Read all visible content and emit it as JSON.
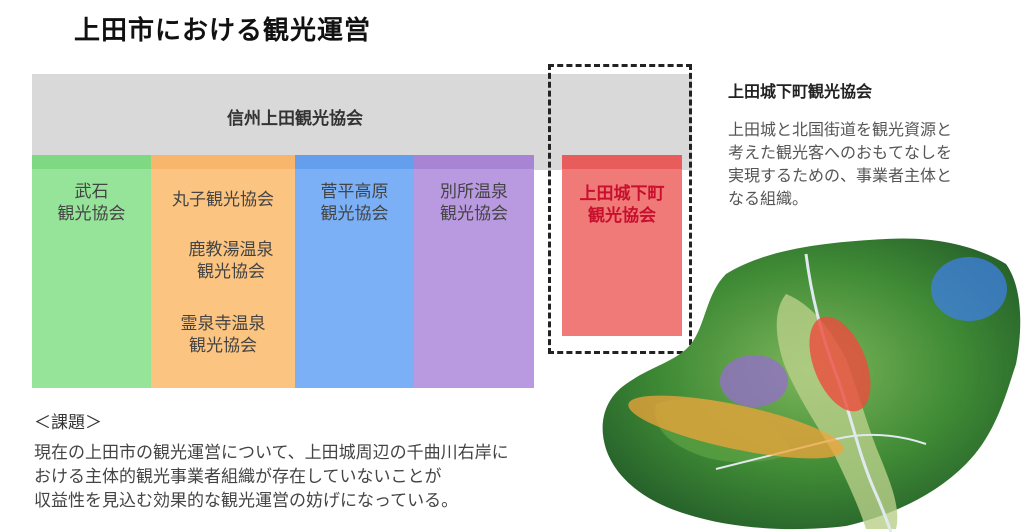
{
  "title": "上田市における観光運営",
  "top_band": {
    "label": "信州上田観光協会"
  },
  "columns": [
    {
      "label": "武石\n観光協会",
      "color": "#96e39a",
      "top_color": "#7ed982"
    },
    {
      "label": "丸子観光協会",
      "sub_labels": [
        "鹿教湯温泉\n観光協会",
        "霊泉寺温泉\n観光協会"
      ],
      "color": "#fbc481",
      "top_color": "#f7b66b"
    },
    {
      "label": "菅平高原\n観光協会",
      "color": "#7bb0f6",
      "top_color": "#649fee"
    },
    {
      "label": "別所温泉\n観光協会",
      "color": "#b99ae0",
      "top_color": "#a785d4"
    }
  ],
  "highlight": {
    "label": "上田城下町\n観光協会",
    "color": "#f07a78"
  },
  "right_panel": {
    "title": "上田城下町観光協会",
    "description": "上田城と北国街道を観光資源と\n考えた観光客へのおもてなしを\n実現するための、事業者主体と\nなる組織。"
  },
  "issue": {
    "title": "＜課題＞",
    "body": "現在の上田市の観光運営について、上田城周辺の千曲川右岸に\nおける主体的観光事業者組織が存在していないことが\n収益性を見込む効果的な観光運営の妨げになっている。"
  }
}
